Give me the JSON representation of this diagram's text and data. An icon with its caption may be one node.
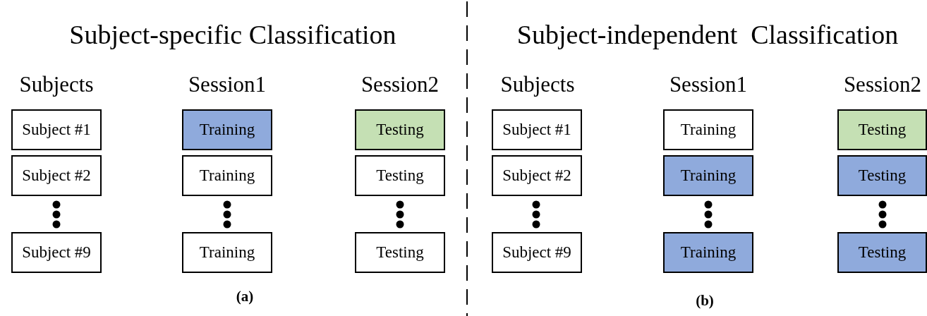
{
  "diagram": {
    "nodes": [
      {
        "text": [
          "Subject #1"
        ]
      },
      {
        "text": [
          "Training"
        ]
      },
      {
        "text": [
          "Testing"
        ]
      },
      {
        "text": [
          "Subject #2"
        ]
      },
      {
        "text": [
          "Training"
        ]
      },
      {
        "text": [
          "Testing"
        ]
      },
      {
        "text": [
          "Subject #9"
        ]
      },
      {
        "text": [
          "Training"
        ]
      },
      {
        "text": [
          "Testing"
        ]
      },
      {
        "text": [
          "Subject #1"
        ]
      },
      {
        "text": [
          "Training"
        ]
      },
      {
        "text": [
          "Testing"
        ]
      },
      {
        "text": [
          "Subject #2"
        ]
      },
      {
        "text": [
          "Training"
        ]
      },
      {
        "text": [
          "Testing"
        ]
      },
      {
        "text": [
          "Subject #9"
        ]
      },
      {
        "text": [
          "Training"
        ]
      },
      {
        "text": [
          "Testing"
        ]
      }
    ],
    "edges": [],
    "labels": [
      "Subject-specific Classification",
      "Subject-independent  Classification",
      "Subjects",
      "Session1",
      "Session2",
      "Subjects",
      "Session1",
      "Session2",
      "(a)",
      "(b)"
    ]
  }
}
